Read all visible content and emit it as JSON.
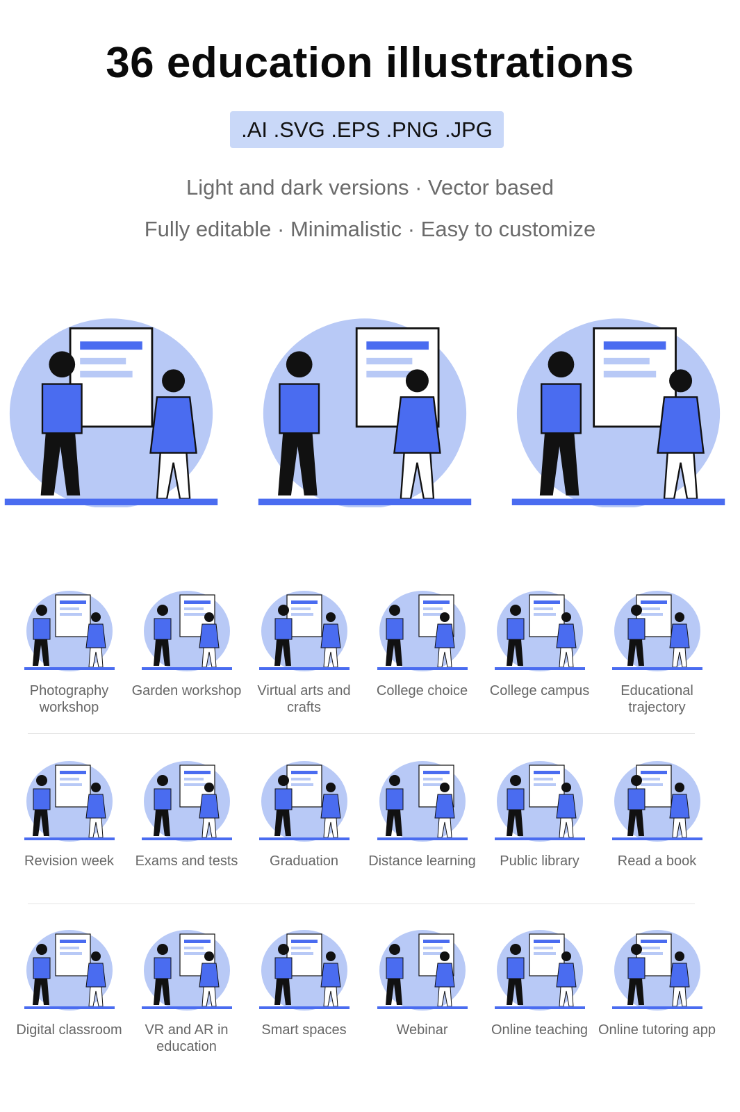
{
  "header": {
    "title": "36 education illustrations",
    "formats": ".AI .SVG .EPS .PNG .JPG",
    "features_line1": "Light and dark versions · Vector based",
    "features_line2": "Fully editable · Minimalistic · Easy to customize"
  },
  "colors": {
    "accent": "#4a6cf0",
    "light": "#b8c9f6",
    "badge": "#c9d8f8"
  },
  "featured": [
    "teacher-presentation",
    "reading-book",
    "online-lesson"
  ],
  "grid": [
    {
      "label": "Photography workshop"
    },
    {
      "label": "Garden workshop"
    },
    {
      "label": "Virtual arts and crafts"
    },
    {
      "label": "College choice"
    },
    {
      "label": "College campus"
    },
    {
      "label": "Educational trajectory"
    },
    {
      "label": "Revision week"
    },
    {
      "label": "Exams and tests"
    },
    {
      "label": "Graduation"
    },
    {
      "label": "Distance learning"
    },
    {
      "label": "Public library"
    },
    {
      "label": "Read a book"
    },
    {
      "label": "Digital classroom"
    },
    {
      "label": "VR and AR in education"
    },
    {
      "label": "Smart spaces"
    },
    {
      "label": "Webinar"
    },
    {
      "label": "Online teaching"
    },
    {
      "label": "Online tutoring app"
    }
  ]
}
